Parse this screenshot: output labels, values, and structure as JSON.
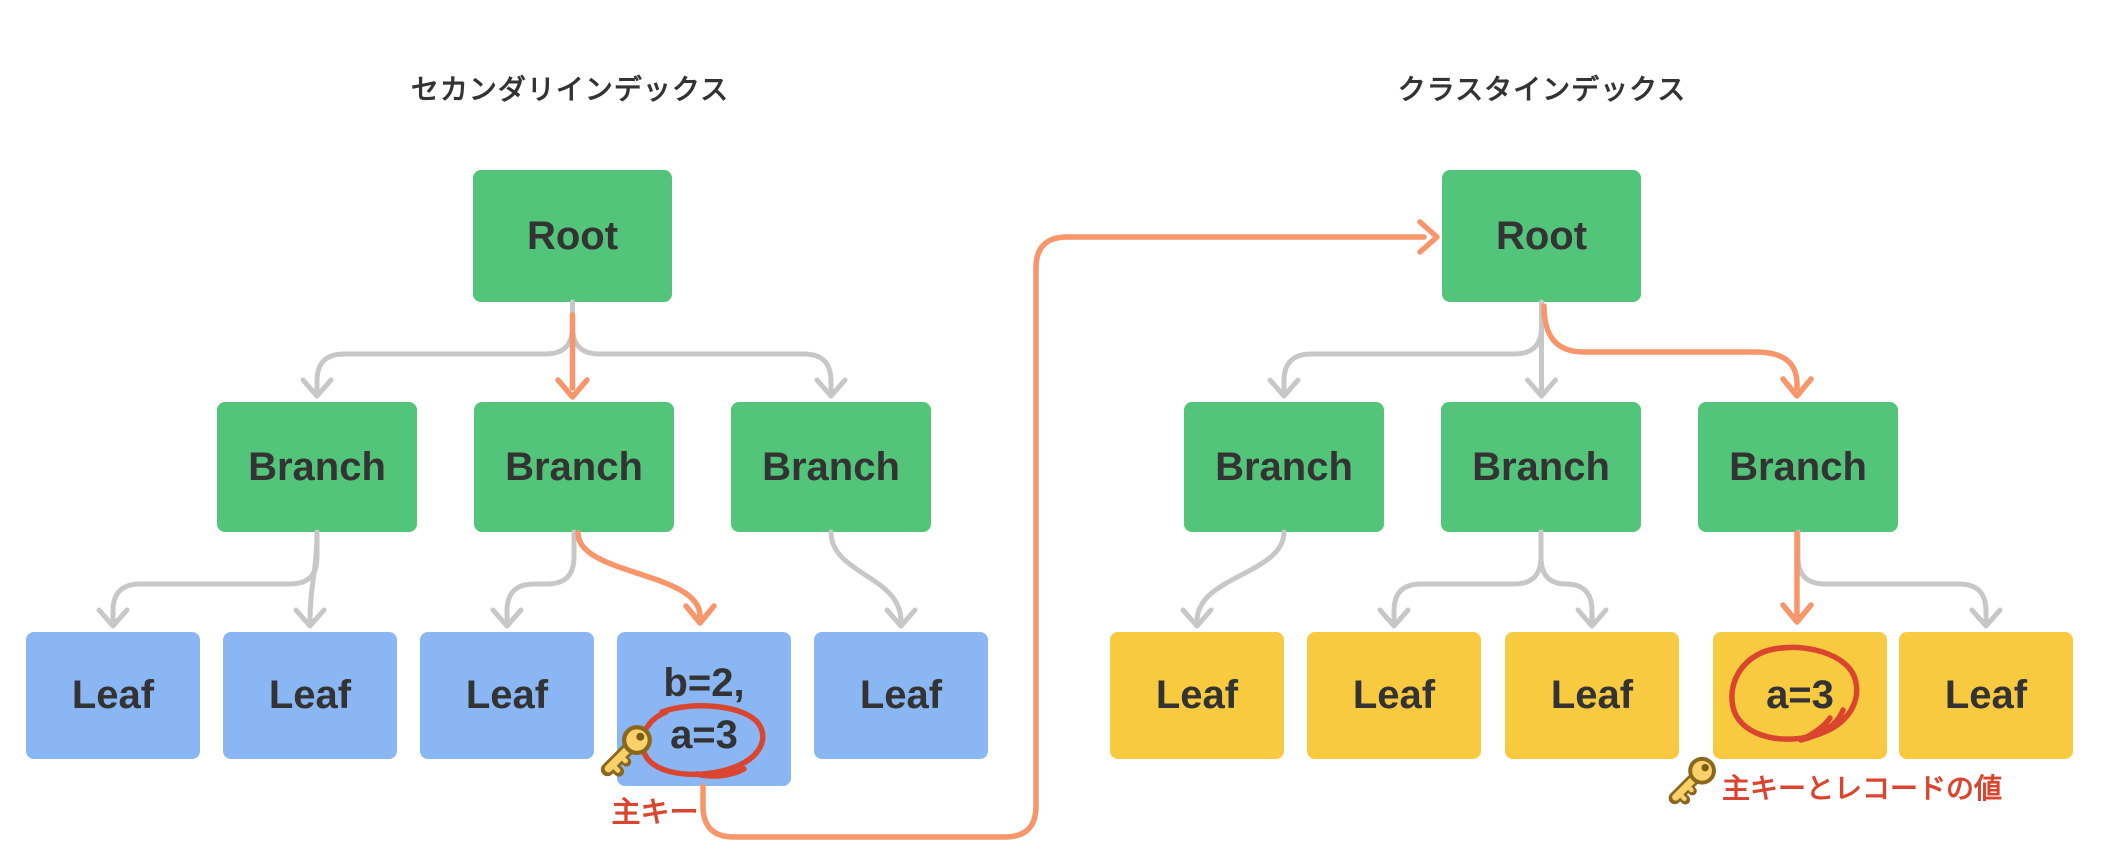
{
  "colors": {
    "node_green": "#53c57a",
    "leaf_blue": "#8ab6f3",
    "leaf_yellow": "#f8ca40",
    "arrow_gray": "#c7c7c7",
    "arrow_orange": "#f7966a",
    "annotation_red": "#d9452e",
    "text_dark": "#333333"
  },
  "left_tree": {
    "title": "セカンダリインデックス",
    "root": {
      "label": "Root"
    },
    "branches": [
      {
        "label": "Branch"
      },
      {
        "label": "Branch"
      },
      {
        "label": "Branch"
      }
    ],
    "leaves": [
      {
        "label": "Leaf"
      },
      {
        "label": "Leaf"
      },
      {
        "label": "Leaf"
      },
      {
        "line1": "b=2,",
        "line2": "a=3"
      },
      {
        "label": "Leaf"
      }
    ],
    "annotation": {
      "icon": "key-icon",
      "label": "主キー"
    }
  },
  "right_tree": {
    "title": "クラスタインデックス",
    "root": {
      "label": "Root"
    },
    "branches": [
      {
        "label": "Branch"
      },
      {
        "label": "Branch"
      },
      {
        "label": "Branch"
      }
    ],
    "leaves": [
      {
        "label": "Leaf"
      },
      {
        "label": "Leaf"
      },
      {
        "label": "Leaf"
      },
      {
        "label": "a=3"
      },
      {
        "label": "Leaf"
      }
    ],
    "annotation": {
      "icon": "key-icon",
      "label": "主キーとレコードの値"
    }
  }
}
